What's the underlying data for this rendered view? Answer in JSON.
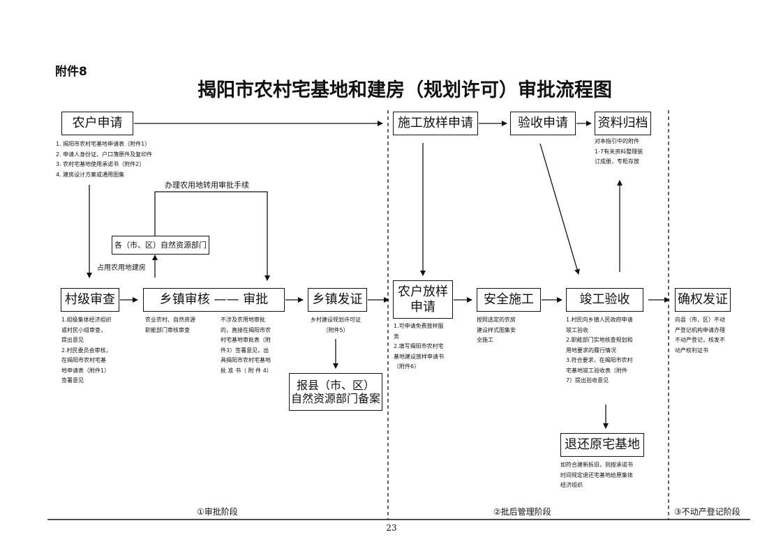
{
  "header": {
    "attachment_label": "附件8",
    "title": "揭阳市农村宅基地和建房（规划许可）审批流程图"
  },
  "boxes": {
    "farmer_apply": "农户申请",
    "village_review": "村级审查",
    "township_review": "乡镇审核 —— 审批",
    "township_permit": "乡镇发证",
    "resources_dept": "各（市、区）自然资源部门",
    "county_record": "报县（市、区）\n自然资源部门备案",
    "construction_layout_apply": "施工放样申请",
    "acceptance_apply": "验收申请",
    "archive": "资料归档",
    "farmer_layout_apply": "农户放样\n申请",
    "safe_construction": "安全施工",
    "completion_acceptance": "竣工验收",
    "return_homestead": "退还原宅基地",
    "rights_certificate": "确权发证"
  },
  "notes": {
    "farmer_apply_materials": [
      "1. 揭阳市农村宅基地申请表（附件1）",
      "2. 申请人身份证、户口簿原件及复印件",
      "3. 农村宅基地使用承诺书（附件2）",
      "4. 建房设计方案或通用图集"
    ],
    "farmland_conversion": "办理农用地转用审批手续",
    "occupy_farmland": "占用农用地建房",
    "village_review_notes": [
      "1.组级集体经济组织",
      "或村民小组审查，",
      "提出意见",
      "2.村民委员会审核，",
      "在揭阳市农村宅基",
      "地申请表（附件1）",
      "签署意见"
    ],
    "township_depts": [
      "农业农村、自然资源",
      "职能部门审核审查"
    ],
    "non_farmland": [
      "不涉及农用地审批",
      "的，直接在揭阳市农",
      "村宅基地审批表（附",
      "件3）签署意见，出",
      "具揭阳市农村宅基地",
      "批 准 书（ 附 件 4）"
    ],
    "permit_notes": [
      "乡村建设规划许可证",
      "（附件5）"
    ],
    "layout_notes": [
      "1.可申请免费放样服",
      "务",
      "2.填写揭阳市农村宅",
      "基地建设放样申请书",
      "（附件6）"
    ],
    "safe_construction_notes": [
      "按照选定的农房",
      "建设样式图集安",
      "全施工"
    ],
    "completion_notes": [
      "1.村民向乡镇人民政府申请",
      "竣工验收",
      "2.职能部门实地核查规划和",
      "用地要求的履行情况",
      "3.符合要求，在揭阳市农村",
      "宅基地竣工验收表（附件",
      "7）提出验收意见"
    ],
    "archive_notes": [
      "对本指引中的附件",
      "1-7有关资料整理装",
      "订成册，专柜存放"
    ],
    "return_notes": [
      "如符合建新拆旧，则按承诺书",
      "时间规定退还宅基地给原集体",
      "经济组织"
    ],
    "rights_notes": [
      "向县（市、区）不动",
      "产登记机构申请办理",
      "不动产登记，核发不",
      "动产权利证书"
    ]
  },
  "phases": {
    "approval": "①审批阶段",
    "post_approval": "②批后管理阶段",
    "registration": "③不动产登记阶段"
  },
  "footer": {
    "page_number": "23"
  }
}
